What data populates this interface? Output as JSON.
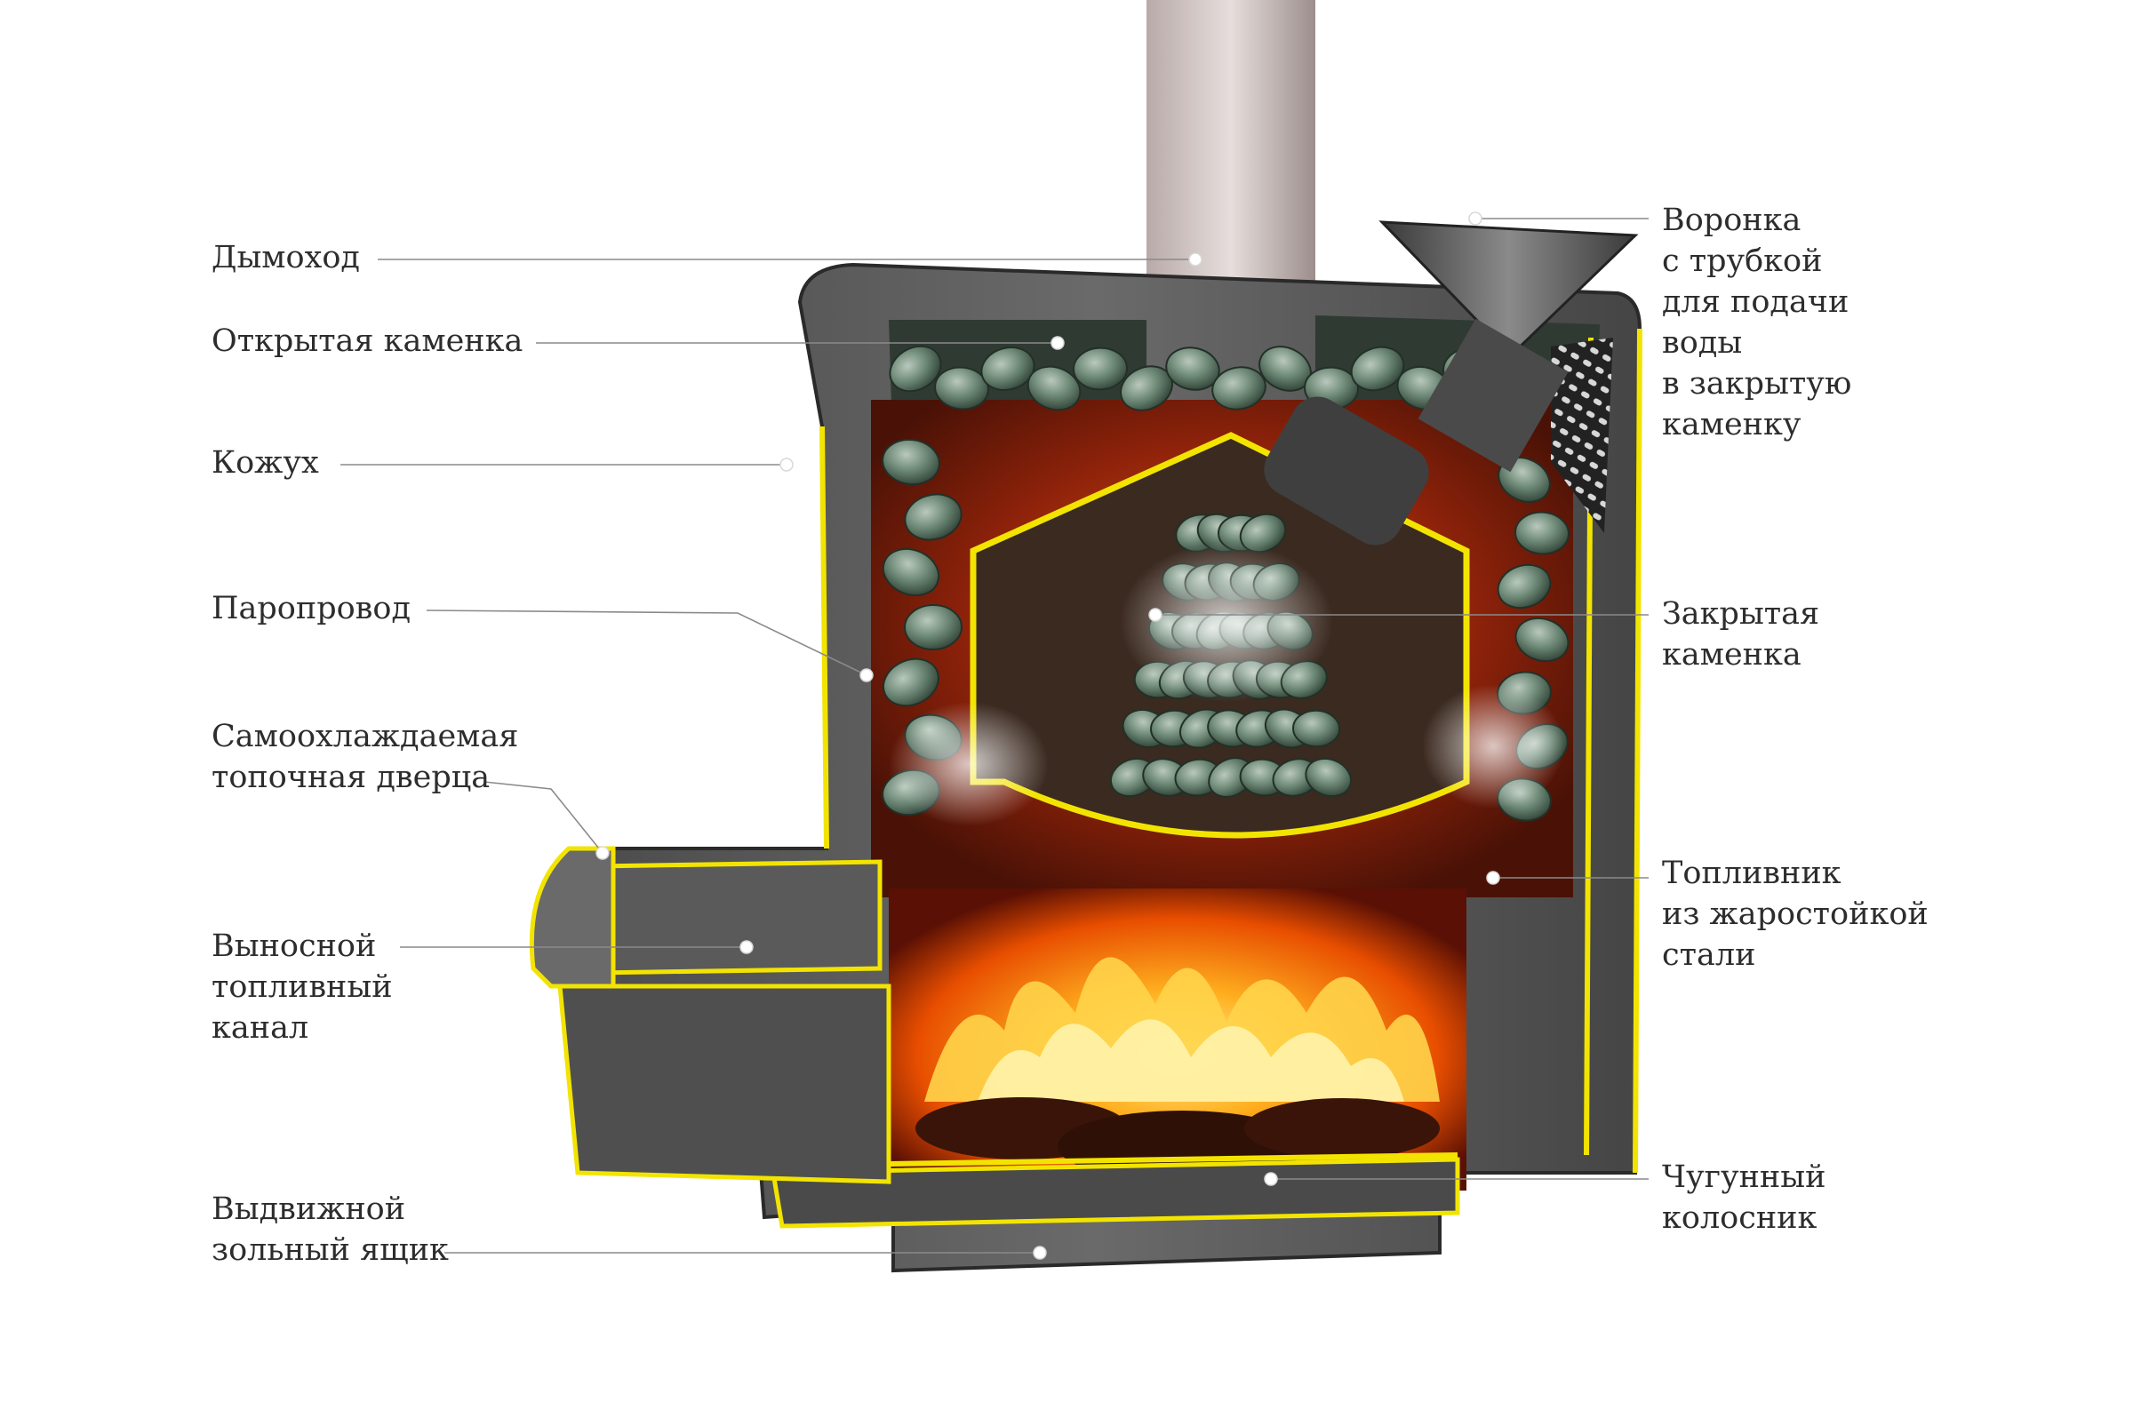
{
  "callouts": {
    "chimney": {
      "lines": [
        "Дымоход"
      ]
    },
    "open_stone_box": {
      "lines": [
        "Открытая каменка"
      ]
    },
    "casing": {
      "lines": [
        "Кожух"
      ]
    },
    "steam_duct": {
      "lines": [
        "Паропровод"
      ]
    },
    "self_cooling_door": {
      "lines": [
        "Самоохлаждаемая",
        "топочная дверца"
      ]
    },
    "remote_fuel_channel": {
      "lines": [
        "Выносной",
        "топливный",
        "канал"
      ]
    },
    "ash_drawer": {
      "lines": [
        "Выдвижной",
        "зольный ящик"
      ]
    },
    "funnel": {
      "lines": [
        "Воронка",
        "с трубкой",
        "для подачи",
        "воды",
        "в закрытую",
        "каменку"
      ]
    },
    "closed_stone_box": {
      "lines": [
        "Закрытая",
        "каменка"
      ]
    },
    "firebox": {
      "lines": [
        "Топливник",
        "из жаростойкой",
        "стали"
      ]
    },
    "grate": {
      "lines": [
        "Чугунный",
        "колосник"
      ]
    }
  },
  "colors": {
    "outline": "#f2e400",
    "steel": "#5b5b5b",
    "steel_dark": "#3a3a3a",
    "fire": "#ff8a00",
    "flame_core": "#ffe36a",
    "stone": "#6f8a78",
    "chamber": "#7a1a08",
    "text": "#2d2d2d"
  }
}
